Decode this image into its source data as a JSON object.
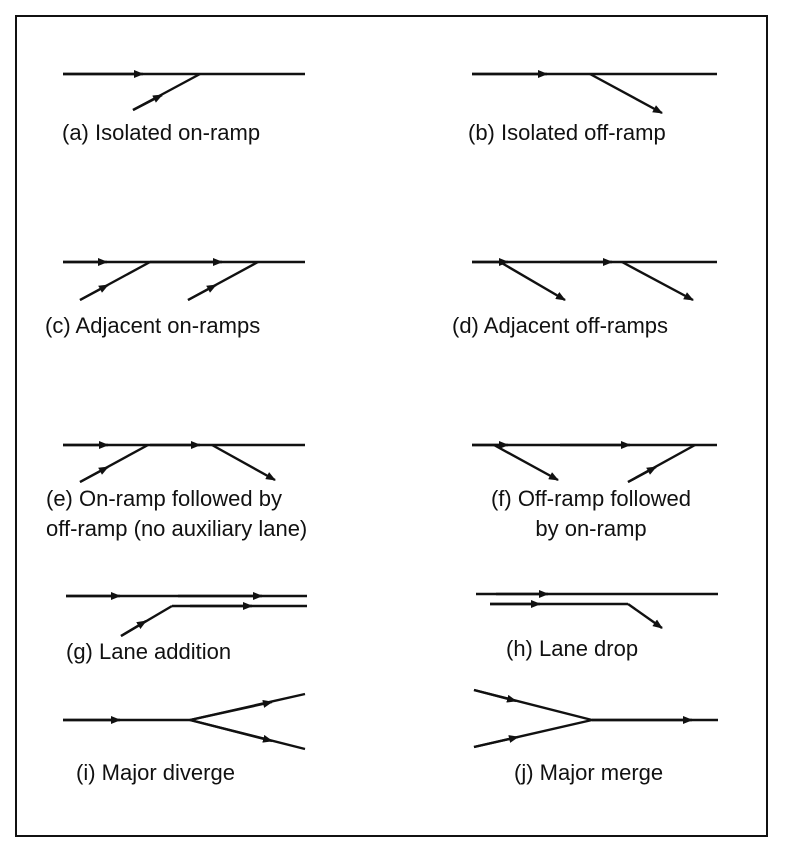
{
  "figure": {
    "line_color": "#111111",
    "panels": [
      {
        "id": "a",
        "caption": [
          "(a) Isolated on-ramp"
        ]
      },
      {
        "id": "b",
        "caption": [
          "(b) Isolated off-ramp"
        ]
      },
      {
        "id": "c",
        "caption": [
          "(c) Adjacent on-ramps"
        ]
      },
      {
        "id": "d",
        "caption": [
          "(d) Adjacent off-ramps"
        ]
      },
      {
        "id": "e",
        "caption": [
          "(e) On-ramp followed by",
          "off-ramp (no auxiliary lane)"
        ]
      },
      {
        "id": "f",
        "caption": [
          "(f) Off-ramp followed",
          "by on-ramp"
        ]
      },
      {
        "id": "g",
        "caption": [
          "(g) Lane addition"
        ]
      },
      {
        "id": "h",
        "caption": [
          "(h) Lane drop"
        ]
      },
      {
        "id": "i",
        "caption": [
          "(i) Major diverge"
        ]
      },
      {
        "id": "j",
        "caption": [
          "(j) Major merge"
        ]
      }
    ]
  }
}
